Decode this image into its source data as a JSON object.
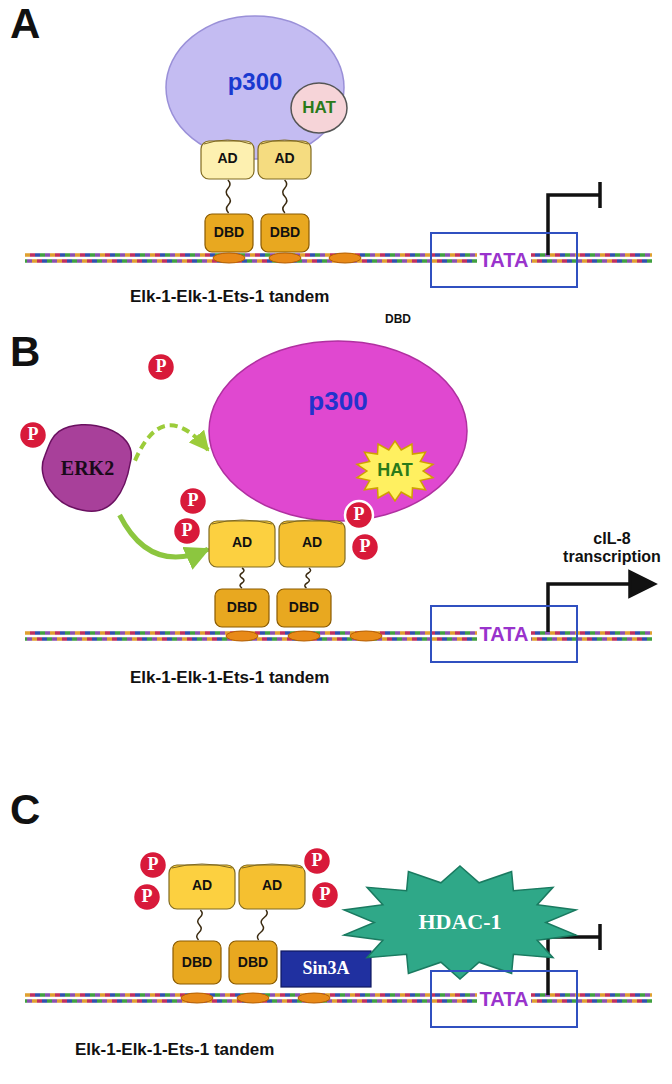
{
  "diagram": {
    "nodes": [
      {
        "text": [
          "p300"
        ]
      },
      {
        "text": [
          "HAT"
        ]
      },
      {
        "text": [
          "AD"
        ]
      },
      {
        "text": [
          "AD"
        ]
      },
      {
        "text": [
          "DBD"
        ]
      },
      {
        "text": [
          "DBD"
        ]
      },
      {
        "text": [
          "TATA"
        ]
      },
      {
        "text": [
          "P"
        ]
      },
      {
        "text": [
          "p300"
        ]
      },
      {
        "text": [
          "HAT"
        ]
      },
      {
        "text": [
          "ERK2"
        ]
      },
      {
        "text": [
          "P"
        ]
      },
      {
        "text": [
          "P"
        ]
      },
      {
        "text": [
          "P"
        ]
      },
      {
        "text": [
          "AD"
        ]
      },
      {
        "text": [
          "AD"
        ]
      },
      {
        "text": [
          "P"
        ]
      },
      {
        "text": [
          "P"
        ]
      },
      {
        "text": [
          "DBD"
        ]
      },
      {
        "text": [
          "DBD"
        ]
      },
      {
        "text": [
          "TATA"
        ]
      },
      {
        "text": [
          "P"
        ]
      },
      {
        "text": [
          "P"
        ]
      },
      {
        "text": [
          "AD"
        ]
      },
      {
        "text": [
          "AD"
        ]
      },
      {
        "text": [
          "P"
        ]
      },
      {
        "text": [
          "P"
        ]
      },
      {
        "text": [
          "DBD"
        ]
      },
      {
        "text": [
          "DBD"
        ]
      },
      {
        "text": [
          "Sin3A"
        ]
      },
      {
        "text": [
          "HDAC-1"
        ]
      },
      {
        "text": [
          "TATA"
        ]
      }
    ],
    "edges": [
      {
        "from": 2,
        "to": 4,
        "arrow": "none"
      },
      {
        "from": 3,
        "to": 5,
        "arrow": "none"
      },
      {
        "from": 10,
        "to": 8,
        "arrow": "to"
      },
      {
        "from": 10,
        "to": 14,
        "arrow": "to"
      },
      {
        "from": 14,
        "to": 18,
        "arrow": "none"
      },
      {
        "from": 15,
        "to": 19,
        "arrow": "none"
      },
      {
        "from": 23,
        "to": 27,
        "arrow": "none"
      },
      {
        "from": 24,
        "to": 28,
        "arrow": "none"
      }
    ],
    "labels": [
      "A",
      "Elk-1-Elk-1-Ets-1 tandem",
      "DBD",
      "B",
      "cIL-8 transcription",
      "Elk-1-Elk-1-Ets-1 tandem",
      "C",
      "Elk-1-Elk-1-Ets-1 tandem"
    ]
  }
}
